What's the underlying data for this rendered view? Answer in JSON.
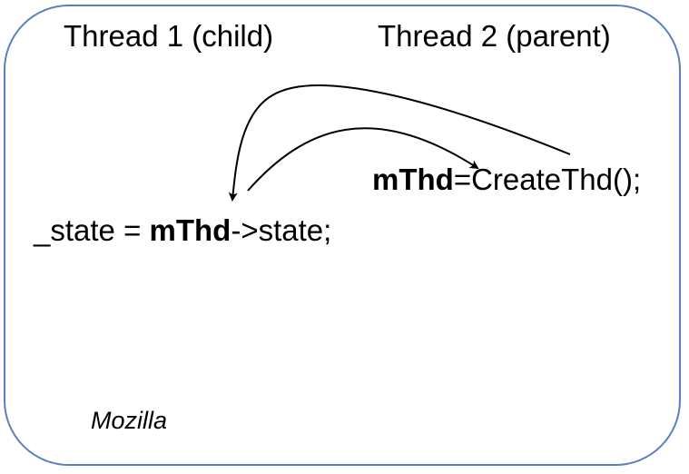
{
  "headers": {
    "thread1": "Thread 1 (child)",
    "thread2": "Thread 2 (parent)"
  },
  "code": {
    "parent_var": "mThd",
    "parent_rest": "=CreateThd();",
    "child_prefix": "_state = ",
    "child_var": "mThd",
    "child_rest": "->state;"
  },
  "credit": "Mozilla",
  "colors": {
    "frame_border": "#5b7fbf",
    "text": "#000000",
    "arrow": "#000000"
  }
}
